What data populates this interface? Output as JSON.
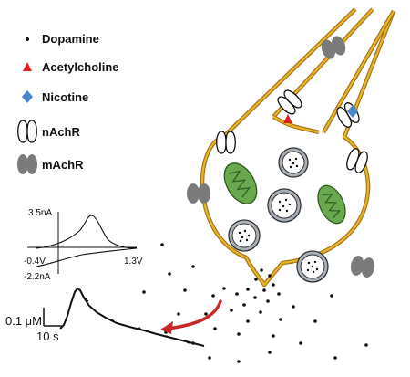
{
  "legend": {
    "dopamine": "Dopamine",
    "acetylcholine": "Acetylcholine",
    "nicotine": "Nicotine",
    "nachr": "nAchR",
    "machr": "mAchR"
  },
  "voltammogram": {
    "current_max": "3.5nA",
    "current_min": "-2.2nA",
    "voltage_min": "-0.4V",
    "voltage_max": "1.3V"
  },
  "trace": {
    "scale_y": "0.1 μM",
    "scale_x": "10 s"
  },
  "colors": {
    "membrane": "#d4a017",
    "acetylcholine": "#e02020",
    "nicotine": "#4a86c8",
    "machr": "#7a7a7a",
    "mitochondria": "#6aa84f",
    "arrow": "#c62828"
  }
}
